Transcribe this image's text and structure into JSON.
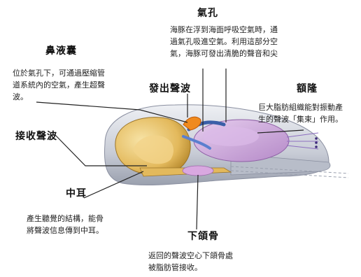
{
  "labels": {
    "blowhole": {
      "title": "氣孔",
      "text": [
        "海豚在浮到海面呼吸空氣時，通",
        "過氣孔吸進空氣。利用這部分空",
        "氣，海豚可發出清脆的聲音和尖"
      ]
    },
    "nasal_sac": {
      "title": "鼻液囊",
      "text": [
        "位於氣孔下，可通過壓縮管",
        "道系統內的空氣，產生超聲",
        "波。"
      ]
    },
    "sound_emission": {
      "title": "發出聲波"
    },
    "melon": {
      "title": "額隆",
      "text": [
        "巨大脂肪組織能對振動產",
        "生的聲波「集束」作用。"
      ]
    },
    "sound_reception": {
      "title": "接收聲波"
    },
    "middle_ear": {
      "title": "中耳",
      "text": [
        "產生聽覺的結構，能骨",
        "將聲波信息傳到中耳。"
      ]
    },
    "lower_jaw": {
      "title": "下頜骨",
      "text": [
        "返回的聲波空心下頜骨處",
        "被脂肪管接收。"
      ]
    }
  },
  "colors": {
    "skull": "#e8c36a",
    "melon": "#c9a6d8",
    "jaw": "#d9d3df",
    "leader": "#222222",
    "tissue": "#f0b84a"
  }
}
